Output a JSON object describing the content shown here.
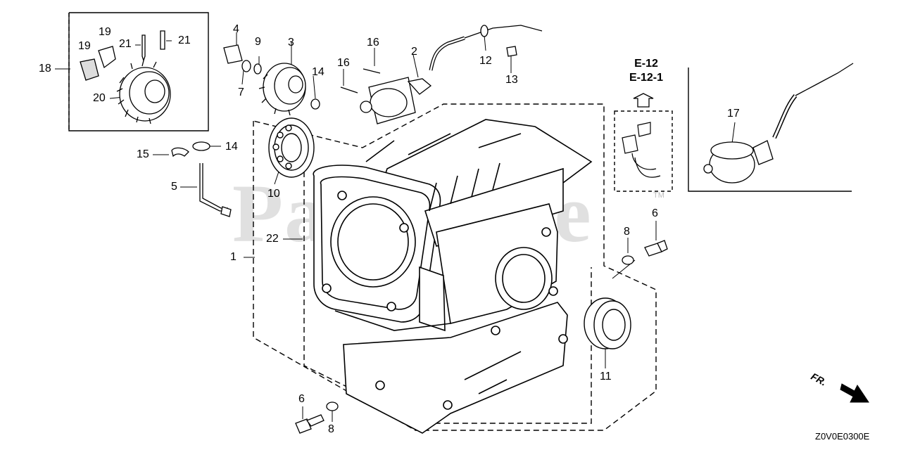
{
  "diagram": {
    "watermark": "PartsTree",
    "trademark": "TM",
    "reference_labels": [
      "E-12",
      "E-12-1"
    ],
    "diagram_code": "Z0V0E0300E",
    "direction_label": "FR.",
    "callouts": {
      "c1": "1",
      "c2": "2",
      "c3": "3",
      "c4": "4",
      "c5": "5",
      "c6a": "6",
      "c6b": "6",
      "c7": "7",
      "c8a": "8",
      "c8b": "8",
      "c9": "9",
      "c10": "10",
      "c11": "11",
      "c12": "12",
      "c13": "13",
      "c14a": "14",
      "c14b": "14",
      "c15": "15",
      "c16a": "16",
      "c16b": "16",
      "c17": "17",
      "c18": "18",
      "c19a": "19",
      "c19b": "19",
      "c20": "20",
      "c21a": "21",
      "c21b": "21",
      "c22": "22"
    }
  }
}
